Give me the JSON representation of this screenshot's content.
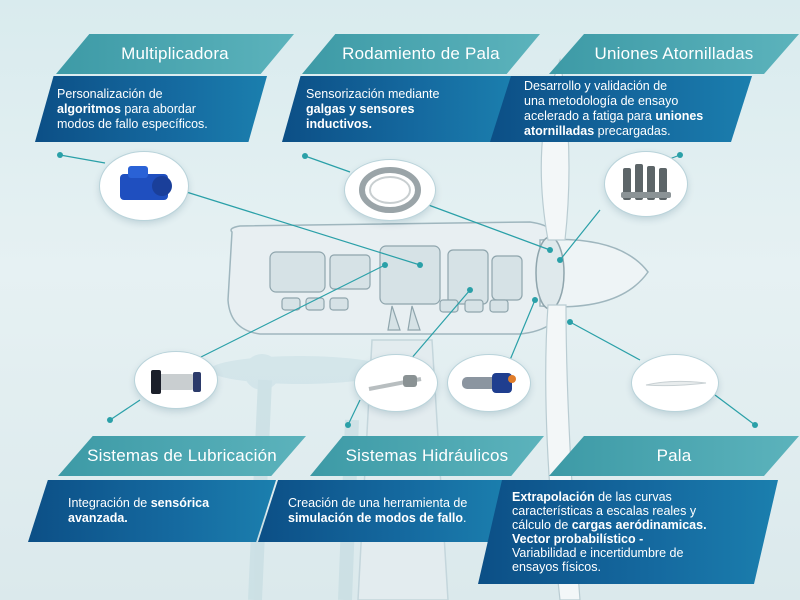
{
  "sections": {
    "multiplicadora": {
      "title": "Multiplicadora",
      "desc": [
        "Personalización de",
        "algoritmos para abordar",
        "modos de fallo específicos."
      ]
    },
    "rodamiento": {
      "title": "Rodamiento de Pala",
      "desc": [
        "Sensorización mediante",
        "galgas y sensores",
        "inductivos."
      ]
    },
    "uniones": {
      "title": "Uniones Atornilladas",
      "desc": [
        "Desarrollo y validación de",
        "una metodología de ensayo",
        "acelerado a fatiga para uniones",
        "atornilladas precargadas."
      ]
    },
    "lubricacion": {
      "title": "Sistemas de Lubricación",
      "desc": [
        "Integración de sensórica",
        "avanzada."
      ]
    },
    "hidraulicos": {
      "title": "Sistemas Hidráulicos",
      "desc": [
        "Creación de una herramienta de",
        "simulación de modos de fallo."
      ]
    },
    "pala": {
      "title": "Pala",
      "desc": [
        "Extrapolación de las curvas",
        "características a escalas reales y",
        "cálculo de cargas aeródinamicas.",
        "Vector probabilístico -",
        "Variabilidad e incertidumbre de",
        "ensayos físicos."
      ]
    }
  },
  "rich": {
    "m_1": "algoritmos",
    "m_1b": " para abordar",
    "r_1": "galgas y sensores",
    "r_2": "inductivos",
    "u_2a": "acelerado a fatiga para ",
    "u_2b": "uniones",
    "u_3a": "atornilladas",
    "u_3b": " precargadas.",
    "l_0a": "Integración de ",
    "l_0b": "sensórica",
    "l_1": "avanzada",
    "h_1": "simulación de modos de fallo",
    "p_0a": "Extrapolación",
    "p_0b": " de las curvas",
    "p_2a": "cálculo de ",
    "p_2b": "cargas aeródinamicas",
    "p_3": "Vector probabilístico -"
  },
  "colors": {
    "title_band": "#4aa8b2",
    "desc_band": "#0f5b92",
    "connector": "#2aa0a8"
  }
}
